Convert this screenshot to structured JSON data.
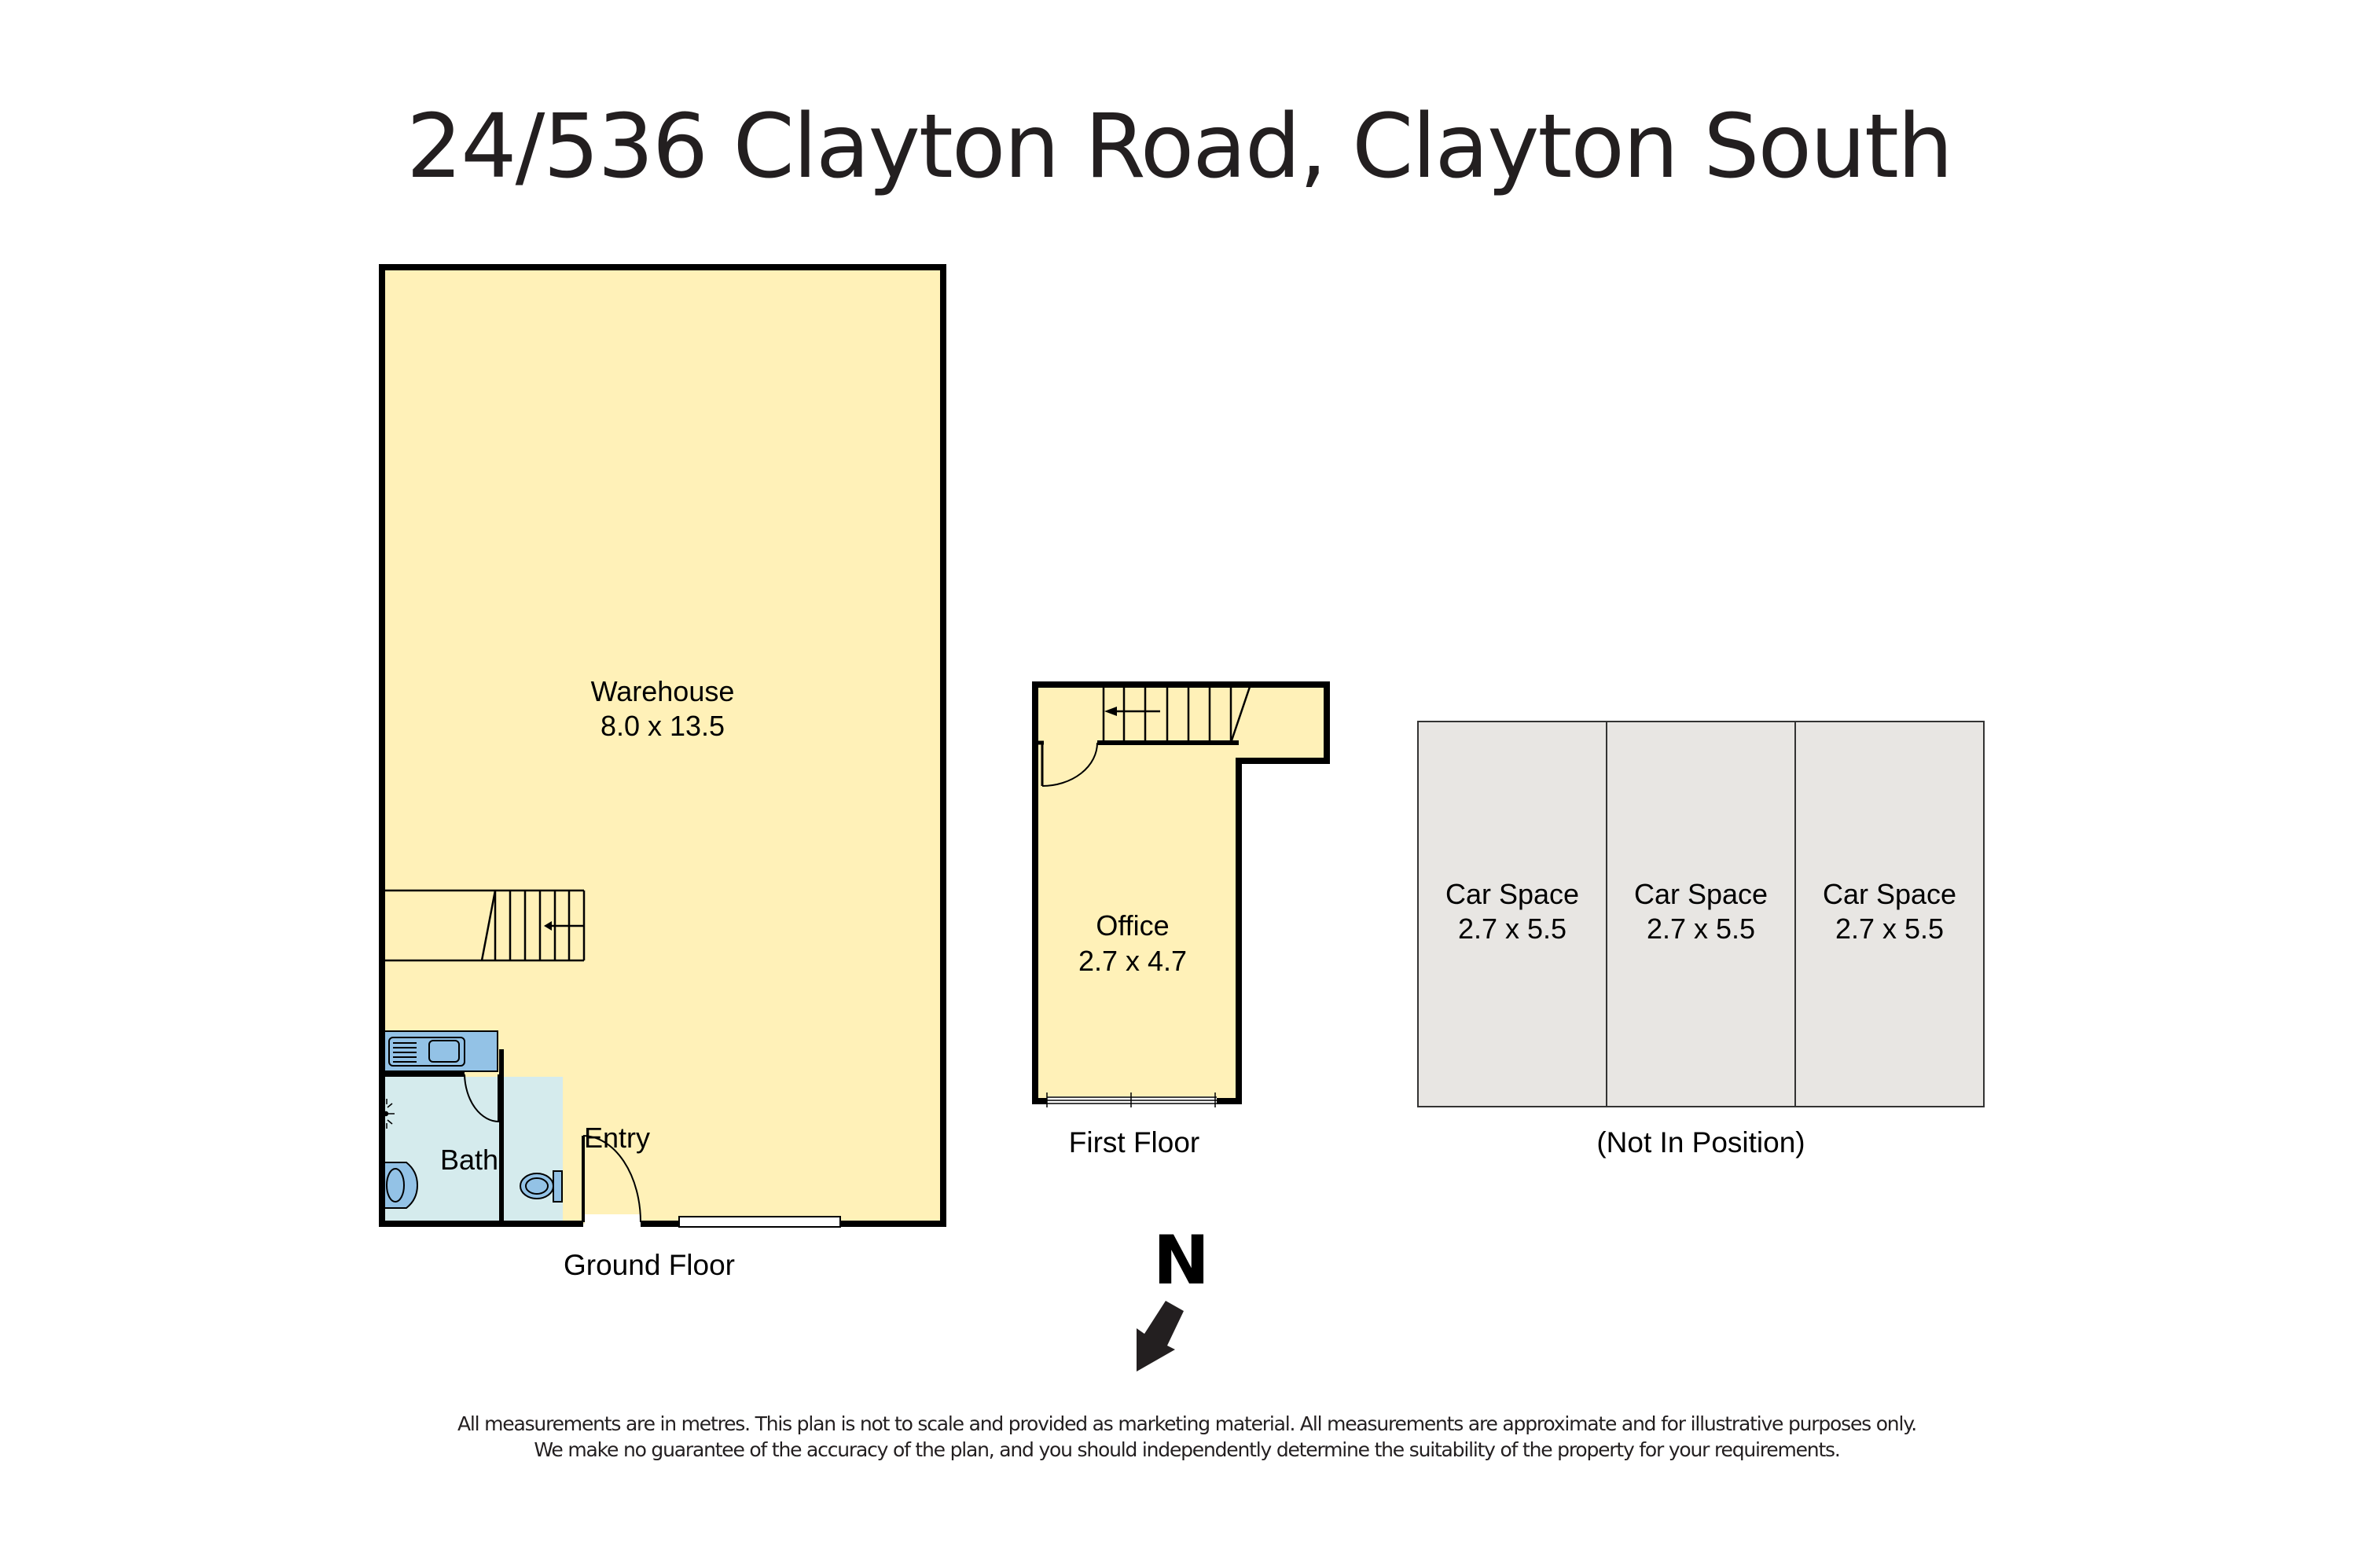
{
  "title": "24/536 Clayton Road, Clayton South",
  "colors": {
    "floor_fill": "#fff1b8",
    "wet_fill": "#d5ebed",
    "fixture_fill": "#93c2e6",
    "car_fill": "#e8e6e3",
    "wall": "#000000"
  },
  "ground_floor": {
    "label": "Ground Floor",
    "rooms": {
      "warehouse": {
        "name": "Warehouse",
        "dims": "8.0 x 13.5"
      },
      "bath": {
        "name": "Bath"
      },
      "entry": {
        "name": "Entry"
      }
    }
  },
  "first_floor": {
    "label": "First Floor",
    "rooms": {
      "office": {
        "name": "Office",
        "dims": "2.7 x 4.7"
      }
    }
  },
  "car_spaces": {
    "note": "(Not In Position)",
    "items": [
      {
        "name": "Car Space",
        "dims": "2.7 x 5.5"
      },
      {
        "name": "Car Space",
        "dims": "2.7 x 5.5"
      },
      {
        "name": "Car Space",
        "dims": "2.7 x 5.5"
      }
    ]
  },
  "compass": {
    "label": "N",
    "icon": "north-arrow-icon"
  },
  "disclaimer": {
    "line1": "All measurements are in metres. This plan is not to scale and provided as marketing material. All measurements are approximate and for illustrative purposes only.",
    "line2": "We make no guarantee of the accuracy of the plan, and you should independently determine the suitability of the property for your requirements."
  }
}
